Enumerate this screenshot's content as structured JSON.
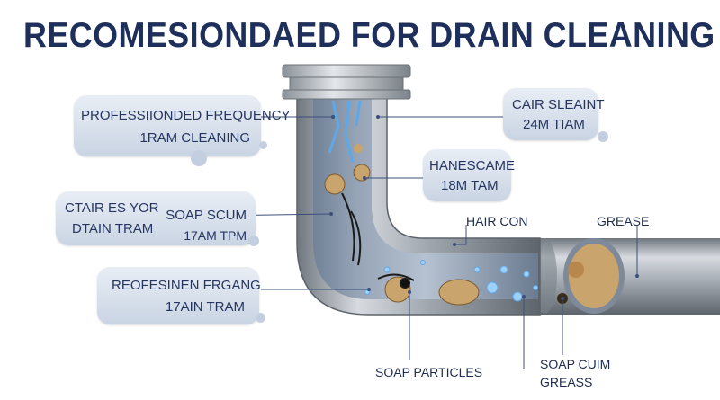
{
  "title": "RECOMESIONDAED FOR DRAIN CLEANING",
  "callouts": {
    "professional": {
      "line1": "PROFESSIIONDED FREQUENCY",
      "line2": "1RAM CLEANING"
    },
    "ctair": {
      "left1": "CTAIR ES YOR",
      "left2": "DTAIN TRAM",
      "right1": "SOAP SCUM",
      "right2": "17AM TPM"
    },
    "reofesinen": {
      "line1": "REOFESINEN FRGANG",
      "line2": "17AIN TRAM"
    },
    "cair": {
      "line1": "CAIR SLEAINT",
      "line2": "24M TIAM"
    },
    "hanescame": {
      "line1": "HANESCAME",
      "line2": "18M TAM"
    }
  },
  "labels": {
    "hair_con": "HAIR CON",
    "grease": "GREASE",
    "soap_particles": "SOAP PARTICLES",
    "soap_cuim": "SOAP CUIM",
    "greass": "GREASS"
  },
  "colors": {
    "title": "#1d2f5a",
    "bubble_light": "#e9eef5",
    "bubble_dark": "#c9d4e3",
    "leader": "#3c4f7a",
    "pipe": "#9aa1aa",
    "water": "#5fa8e8"
  }
}
